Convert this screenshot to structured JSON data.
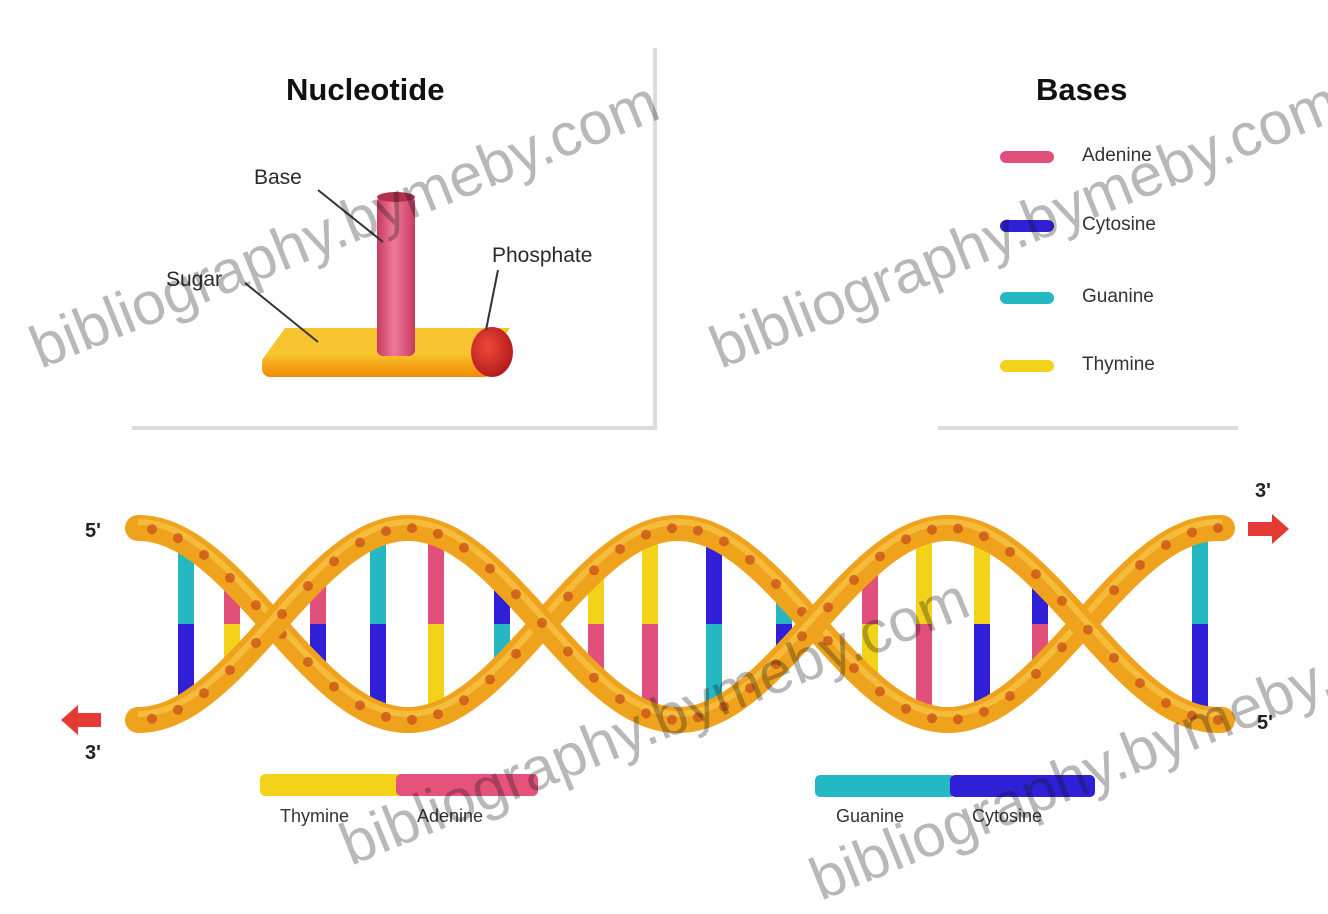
{
  "nucleotide": {
    "title": "Nucleotide",
    "labels": {
      "base": "Base",
      "sugar": "Sugar",
      "phosphate": "Phosphate"
    },
    "colors": {
      "base": "#e94f7a",
      "sugar": "#f59a0f",
      "phosphate": "#d42a2a"
    }
  },
  "bases": {
    "title": "Bases",
    "items": [
      {
        "name": "Adenine",
        "color": "#e0507a"
      },
      {
        "name": "Cytosine",
        "color": "#2f1fd6"
      },
      {
        "name": "Guanine",
        "color": "#26b8c2"
      },
      {
        "name": "Thymine",
        "color": "#f2d31a"
      }
    ]
  },
  "helix": {
    "ends": {
      "top_left": "5'",
      "bottom_left": "3'",
      "top_right": "3'",
      "bottom_right": "5'"
    },
    "backbone_color": "#efa21c",
    "arrow_color": "#e53935"
  },
  "pairs": {
    "ta": {
      "left": "Thymine",
      "right": "Adenine"
    },
    "gc": {
      "left": "Guanine",
      "right": "Cytosine"
    }
  },
  "watermark": "bibliography.bymeby.com"
}
